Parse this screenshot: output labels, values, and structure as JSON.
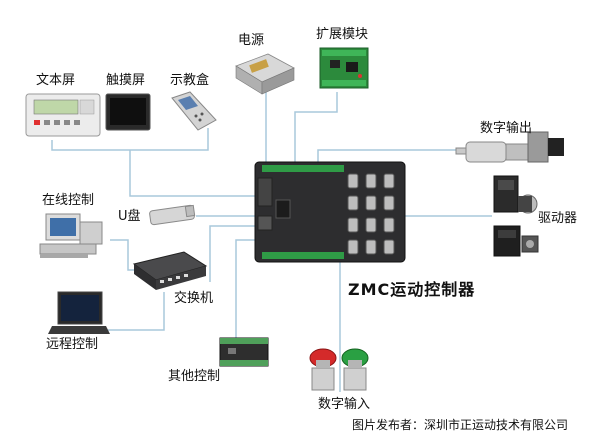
{
  "diagram": {
    "title": "ZMC运动控制器",
    "credit": "图片发布者：深圳市正运动技术有限公司",
    "labels": {
      "power": "电源",
      "expansion": "扩展模块",
      "text_screen": "文本屏",
      "touch_screen": "触摸屏",
      "teach_pendant": "示教盒",
      "online_control": "在线控制",
      "usb_disk": "U盘",
      "switch": "交换机",
      "remote_control": "远程控制",
      "other_control": "其他控制",
      "digital_input": "数字输入",
      "digital_output": "数字输出",
      "driver": "驱动器"
    },
    "colors": {
      "line": "#a9c8dc",
      "controller": "#2d2d2f",
      "terminal": "#2f9b46",
      "board": "#2c8a3c"
    }
  }
}
